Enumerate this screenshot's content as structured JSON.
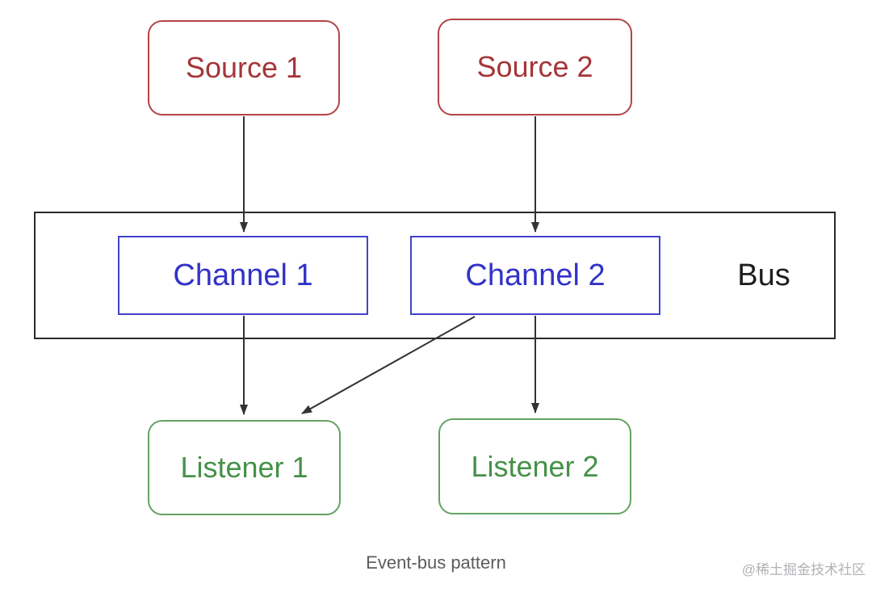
{
  "diagram": {
    "caption": "Event-bus pattern",
    "watermark": "@稀土掘金技术社区",
    "nodes": {
      "source1": {
        "label": "Source 1",
        "type": "source"
      },
      "source2": {
        "label": "Source 2",
        "type": "source"
      },
      "channel1": {
        "label": "Channel 1",
        "type": "channel"
      },
      "channel2": {
        "label": "Channel 2",
        "type": "channel"
      },
      "bus": {
        "label": "Bus",
        "type": "container"
      },
      "listener1": {
        "label": "Listener 1",
        "type": "listener"
      },
      "listener2": {
        "label": "Listener 2",
        "type": "listener"
      }
    },
    "edges": [
      {
        "from": "Source 1",
        "to": "Channel 1"
      },
      {
        "from": "Source 2",
        "to": "Channel 2"
      },
      {
        "from": "Channel 1",
        "to": "Listener 1"
      },
      {
        "from": "Channel 2",
        "to": "Listener 1"
      },
      {
        "from": "Channel 2",
        "to": "Listener 2"
      }
    ],
    "colors": {
      "source": "#b54345",
      "source_text": "#a53538",
      "channel": "#4343c9",
      "channel_text": "#3232c8",
      "listener": "#63a363",
      "listener_text": "#459147",
      "bus_border": "#2a2a2a",
      "bus_text": "#1e1e1e",
      "arrow": "#333333",
      "caption_text": "#5c5c60",
      "watermark_text": "#b3b1b6"
    }
  }
}
